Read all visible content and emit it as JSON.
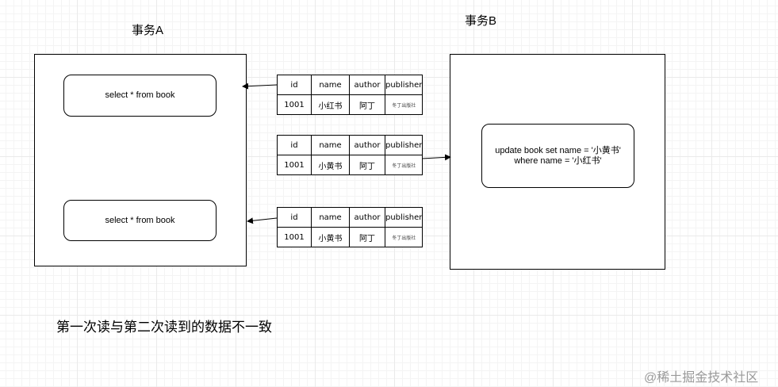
{
  "transaction_a": {
    "title": "事务A",
    "query_1": "select * from book",
    "query_2": "select * from book"
  },
  "transaction_b": {
    "title": "事务B",
    "update_line_1": "update book set name = '小黄书'",
    "update_line_2": "where name = '小红书'"
  },
  "tables": [
    {
      "headers": [
        "id",
        "name",
        "author",
        "publisher"
      ],
      "row": [
        "1001",
        "小红书",
        "阿丁",
        "冬丁出版社"
      ]
    },
    {
      "headers": [
        "id",
        "name",
        "author",
        "publisher"
      ],
      "row": [
        "1001",
        "小黄书",
        "阿丁",
        "冬丁出版社"
      ]
    },
    {
      "headers": [
        "id",
        "name",
        "author",
        "publisher"
      ],
      "row": [
        "1001",
        "小黄书",
        "阿丁",
        "冬丁出版社"
      ]
    }
  ],
  "caption": "第一次读与第二次读到的数据不一致",
  "watermark": "@稀土掘金技术社区"
}
